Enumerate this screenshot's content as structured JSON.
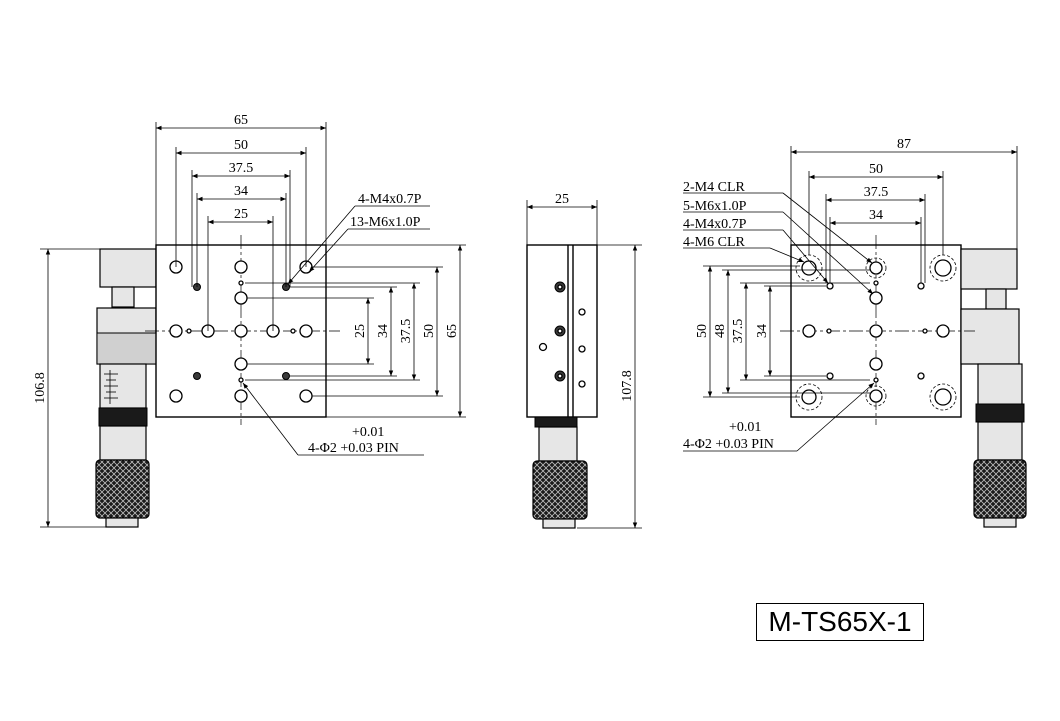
{
  "front_view": {
    "dims_horizontal": [
      "65",
      "50",
      "37.5",
      "34",
      "25"
    ],
    "dims_vertical": [
      "25",
      "34",
      "37.5",
      "50",
      "65"
    ],
    "overall_height": "106.8",
    "callout_m4": "4-M4x0.7P",
    "callout_m6": "13-M6x1.0P",
    "pin_tol": "+0.01",
    "pin_label": "4-Φ2 +0.03 PIN"
  },
  "side_view": {
    "width": "25",
    "height": "107.8"
  },
  "rear_view": {
    "dims_horizontal": [
      "87",
      "50",
      "37.5",
      "34"
    ],
    "dims_vertical": [
      "50",
      "48",
      "37.5",
      "34"
    ],
    "callouts": [
      "2-M4 CLR",
      "5-M6x1.0P",
      "4-M4x0.7P",
      "4-M6 CLR"
    ],
    "pin_tol": "+0.01",
    "pin_label": "4-Φ2 +0.03 PIN"
  },
  "model": "M-TS65X-1"
}
